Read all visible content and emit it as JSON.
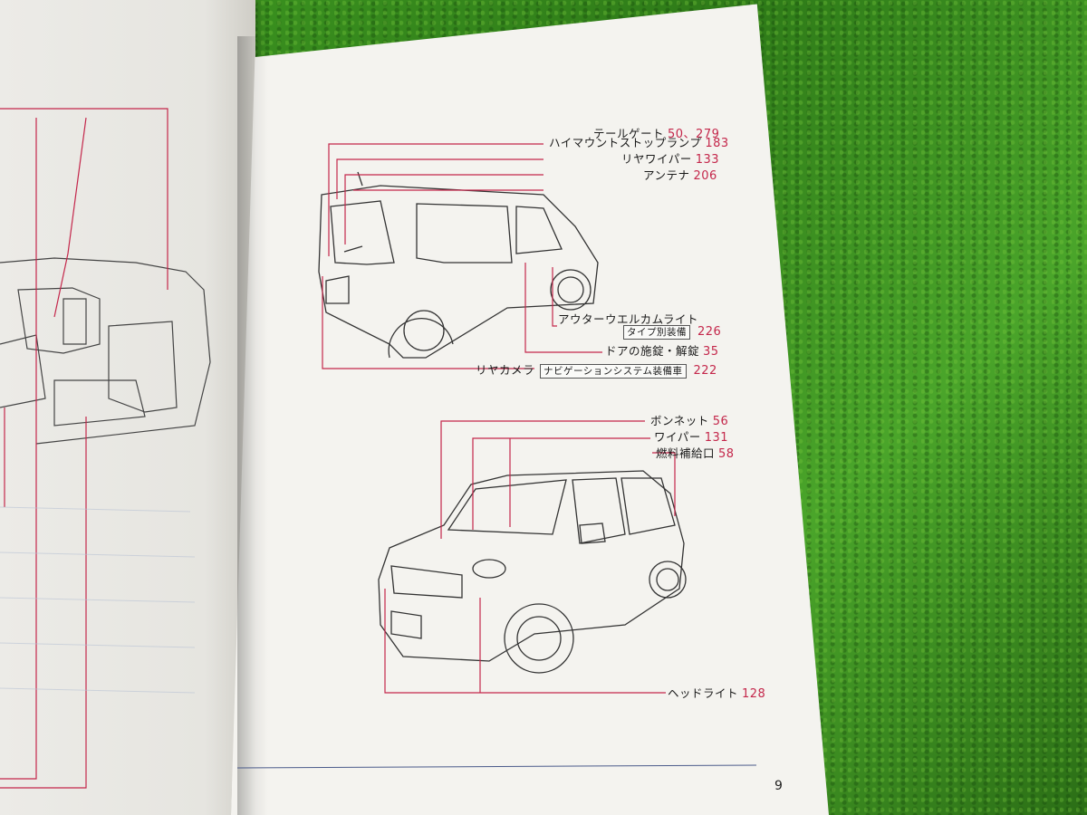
{
  "rear_view": {
    "tailgate": {
      "label": "テールゲート",
      "page": "50、279"
    },
    "high_mount_stop_lamp": {
      "label": "ハイマウントストップランプ",
      "page": "183"
    },
    "rear_wiper": {
      "label": "リヤワイパー",
      "page": "133"
    },
    "antenna": {
      "label": "アンテナ",
      "page": "206"
    },
    "outer_welcome_light": {
      "label": "アウターウエルカムライト",
      "tag": "タイプ別装備",
      "page": "226"
    },
    "door_lock": {
      "label": "ドアの施錠・解錠",
      "page": "35"
    },
    "rear_camera": {
      "label": "リヤカメラ",
      "tag": "ナビゲーションシステム装備車",
      "page": "222"
    }
  },
  "front_view": {
    "bonnet": {
      "label": "ボンネット",
      "page": "56"
    },
    "wiper": {
      "label": "ワイパー",
      "page": "131"
    },
    "fuel_filler": {
      "label": "燃料補給口",
      "page": "58"
    },
    "headlight": {
      "label": "ヘッドライト",
      "page": "128"
    }
  },
  "page_number": "9",
  "colors": {
    "accent": "#c4274b",
    "grass": "#2f7d1c",
    "paper": "#f4f3ef"
  }
}
